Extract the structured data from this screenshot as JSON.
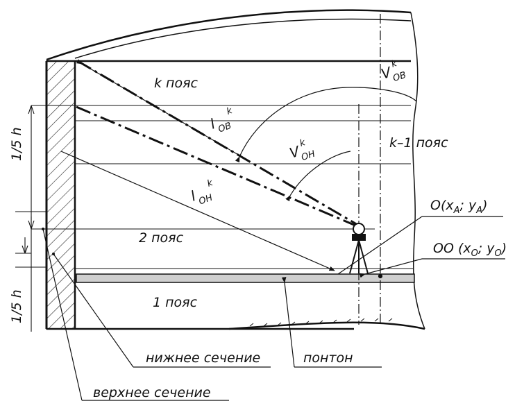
{
  "labels": {
    "belt_k": "k пояс",
    "belt_k_minus_1": "k–1 пояс",
    "belt_2": "2 пояс",
    "belt_1": "1 пояс",
    "height_top": "1/5 h",
    "height_bottom": "1/5 h",
    "lower_section": "нижнее сечение",
    "upper_section": "верхнее сечение",
    "pontoon": "понтон"
  },
  "symbols": {
    "v_ob": {
      "main": "V",
      "sub": "ОВ",
      "sup": "k"
    },
    "v_on": {
      "main": "V",
      "sub": "ОН",
      "sup": "k"
    },
    "l_ob": {
      "main": "l",
      "sub": "ОВ",
      "sup": "k"
    },
    "l_on": {
      "main": "l",
      "sub": "ОН",
      "sup": "k"
    },
    "point_o": {
      "prefix": "O(x",
      "sub1": "A",
      "mid": "; y",
      "sub2": "A",
      "suffix": ")"
    },
    "point_oo": {
      "prefix": "OO (x",
      "sub1": "O",
      "mid": "; y",
      "sub2": "O",
      "suffix": ")"
    }
  }
}
